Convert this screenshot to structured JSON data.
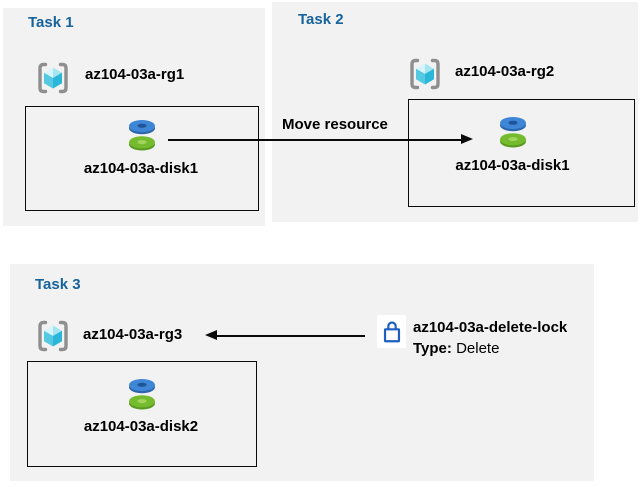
{
  "tasks": [
    {
      "title": "Task 1",
      "resource_group": "az104-03a-rg1",
      "resource": "az104-03a-disk1"
    },
    {
      "title": "Task 2",
      "resource_group": "az104-03a-rg2",
      "resource": "az104-03a-disk1"
    },
    {
      "title": "Task 3",
      "resource_group": "az104-03a-rg3",
      "resource": "az104-03a-disk2"
    }
  ],
  "move_arrow": {
    "label": "Move resource"
  },
  "lock": {
    "name": "az104-03a-delete-lock",
    "type_label": "Type:",
    "type_value": "Delete"
  },
  "icons": {
    "resource_group": "resource-group-icon",
    "disk": "disk-icon",
    "lock": "lock-icon"
  },
  "colors": {
    "page_bg": "#ffffff",
    "panel_bg": "#f2f2f2",
    "title_blue": "#17639c",
    "text_black": "#000000",
    "arrow_black": "#0a0a0a",
    "lock_blue": "#1f5fc0",
    "rg_bracket_gray": "#8f8f8f",
    "rg_cube_top_light": "#d6f4fb",
    "rg_cube_top": "#a5e5f2",
    "rg_cube_left": "#53c9e2",
    "rg_cube_right": "#29b6d8",
    "disk_blue_top": "#3f87d6",
    "disk_blue_side": "#2c66ad",
    "disk_blue_hole": "#1d5596",
    "disk_green_top": "#74bb2e",
    "disk_green_side": "#5b9b22",
    "disk_green_hole": "#a2d45e"
  }
}
